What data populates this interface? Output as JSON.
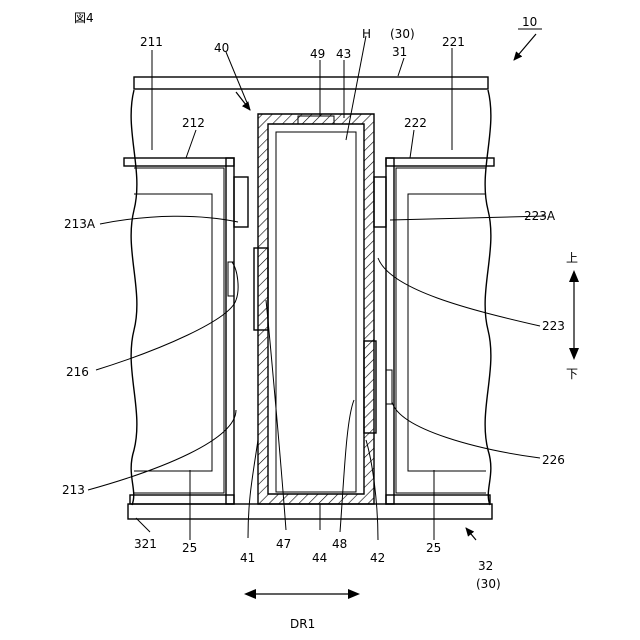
{
  "figure_label": "図4",
  "direction": {
    "up": "上",
    "down": "下",
    "horizontal": "DR1"
  },
  "labels": {
    "r10": "10",
    "r30_top": "(30)",
    "r30_bottom": "(30)",
    "r31": "31",
    "r32": "32",
    "r40": "40",
    "r41": "41",
    "r42": "42",
    "r43": "43",
    "r44": "44",
    "r47": "47",
    "r48": "48",
    "r49": "49",
    "H": "H",
    "r211": "211",
    "r212": "212",
    "r213": "213",
    "r213A": "213A",
    "r216": "216",
    "r221": "221",
    "r222": "222",
    "r223": "223",
    "r223A": "223A",
    "r226": "226",
    "r25_left": "25",
    "r25_right": "25",
    "r321": "321"
  }
}
